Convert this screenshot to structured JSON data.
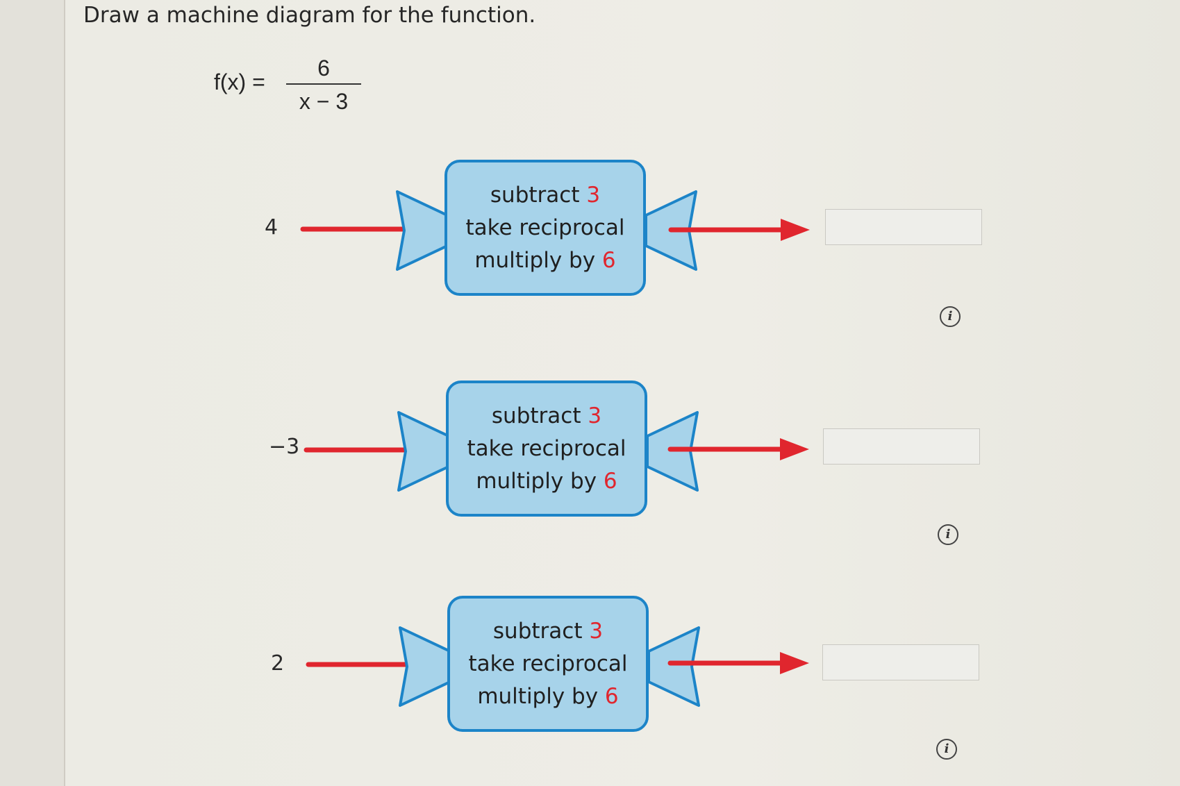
{
  "question": {
    "prompt": "Draw a machine diagram for the function.",
    "formula": {
      "lhs": "f(x) =",
      "numerator": "6",
      "denominator": "x − 3"
    }
  },
  "machines": [
    {
      "input": "4",
      "steps": [
        {
          "text": "subtract ",
          "value": "3"
        },
        {
          "text": "take reciprocal",
          "value": ""
        },
        {
          "text": "multiply by ",
          "value": "6"
        }
      ],
      "answer": ""
    },
    {
      "input": "−3",
      "steps": [
        {
          "text": "subtract ",
          "value": "3"
        },
        {
          "text": "take reciprocal",
          "value": ""
        },
        {
          "text": "multiply by ",
          "value": "6"
        }
      ],
      "answer": ""
    },
    {
      "input": "2",
      "steps": [
        {
          "text": "subtract ",
          "value": "3"
        },
        {
          "text": "take reciprocal",
          "value": ""
        },
        {
          "text": "multiply by ",
          "value": "6"
        }
      ],
      "answer": ""
    }
  ],
  "info_icon_glyph": "i",
  "colors": {
    "machine_fill": "#a7d3ea",
    "machine_border": "#1c84c8",
    "arrow": "#e0262e",
    "highlight": "#e0262e"
  }
}
